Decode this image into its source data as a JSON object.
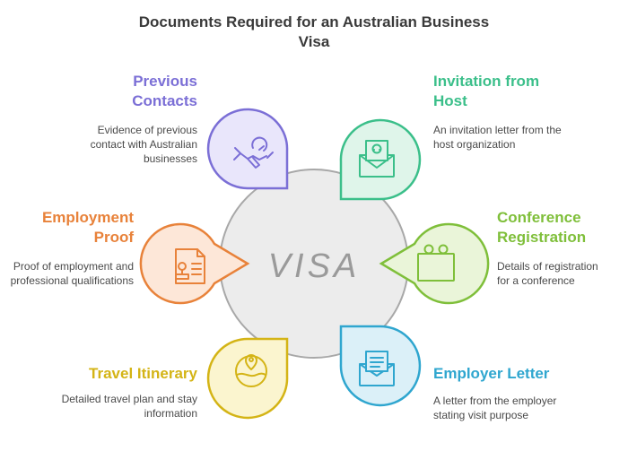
{
  "title": "Documents Required for an Australian Business Visa",
  "center_label": "VISA",
  "items": [
    {
      "heading": "Previous Contacts",
      "description": "Evidence of previous contact with Australian businesses",
      "color": "#7b6fd6",
      "fill": "#e9e6fb",
      "icon": "handshake-icon"
    },
    {
      "heading": "Invitation from Host",
      "description": "An invitation letter from the host organization",
      "color": "#3bbf8a",
      "fill": "#dff5ea",
      "icon": "envelope-invitation-icon"
    },
    {
      "heading": "Employment Proof",
      "description": "Proof of employment and professional qualifications",
      "color": "#e8823a",
      "fill": "#fde7d8",
      "icon": "document-stamp-icon"
    },
    {
      "heading": "Conference Registration",
      "description": "Details of registration for a conference",
      "color": "#7fbf3a",
      "fill": "#eaf5d9",
      "icon": "conference-screen-icon"
    },
    {
      "heading": "Travel Itinerary",
      "description": "Detailed travel plan and stay information",
      "color": "#d4b416",
      "fill": "#fbf5cf",
      "icon": "map-pin-icon"
    },
    {
      "heading": "Employer Letter",
      "description": "A letter from the employer stating visit purpose",
      "color": "#2fa6cf",
      "fill": "#dbf0f8",
      "icon": "letter-envelope-icon"
    }
  ]
}
